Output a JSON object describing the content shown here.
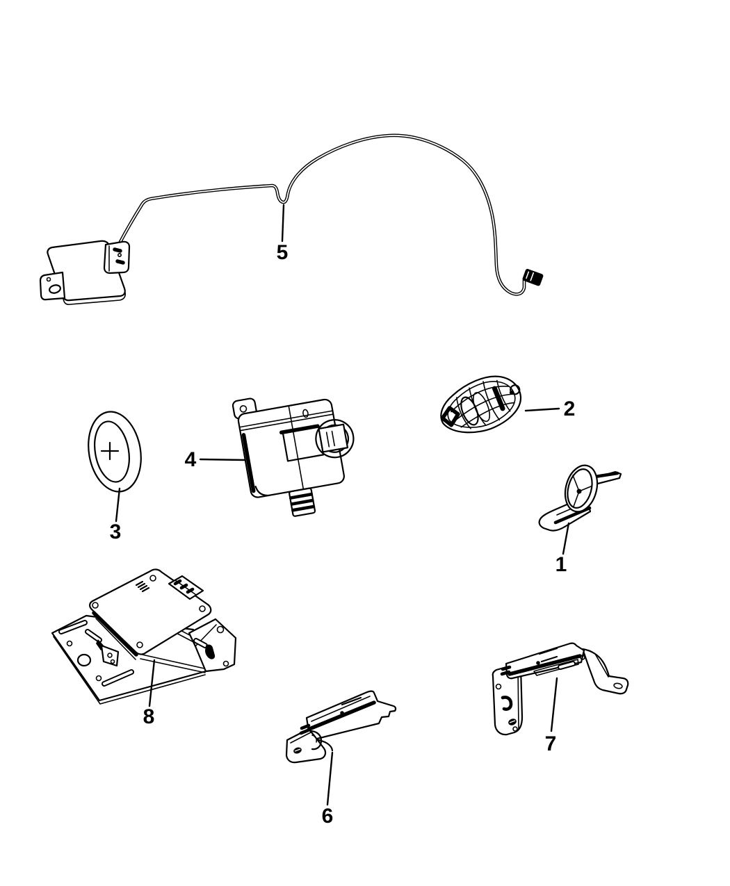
{
  "diagram": {
    "colors": {
      "background": "#ffffff",
      "ink": "#000000"
    },
    "callouts": {
      "n1": "1",
      "n2": "2",
      "n3": "3",
      "n4": "4",
      "n5": "5",
      "n6": "6",
      "n7": "7",
      "n8": "8"
    }
  }
}
